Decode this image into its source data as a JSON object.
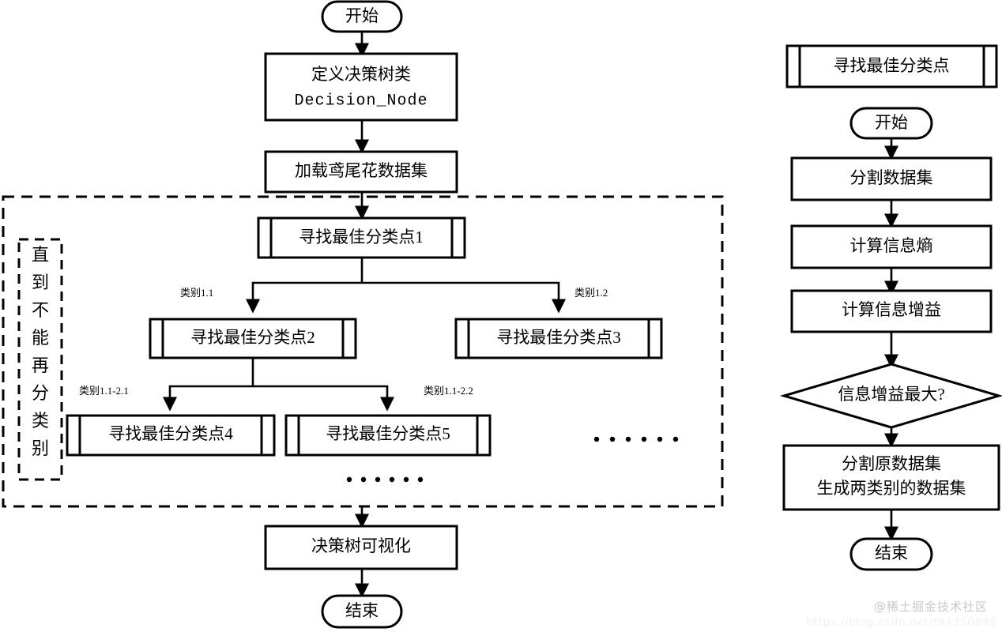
{
  "diagram": {
    "title": "decision-tree-algorithm-flowchart",
    "left_flow": {
      "start": "开始",
      "define_class_line1": "定义决策树类",
      "define_class_line2": "Decision_Node",
      "load_data": "加载鸢尾花数据集",
      "split_node_1": "寻找最佳分类点1",
      "split_node_2": "寻找最佳分类点2",
      "split_node_3": "寻找最佳分类点3",
      "split_node_4": "寻找最佳分类点4",
      "split_node_5": "寻找最佳分类点5",
      "visualize": "决策树可视化",
      "end": "结束",
      "loop_note": "直到不能再分类别",
      "loop_note_chars": [
        "直",
        "到",
        "不",
        "能",
        "再",
        "分",
        "类",
        "别"
      ],
      "edge_labels": {
        "branch_1_1": "类别1.1",
        "branch_1_2": "类别1.2",
        "branch_1_1_2_1": "类别1.1-2.1",
        "branch_1_1_2_2": "类别1.1-2.2"
      },
      "ellipsis_right": "· · · · · ·",
      "ellipsis_bottom": "· · · · · ·"
    },
    "right_flow": {
      "header": "寻找最佳分类点",
      "start": "开始",
      "split_dataset": "分割数据集",
      "calc_entropy": "计算信息熵",
      "calc_info_gain": "计算信息增益",
      "decision": "信息增益最大?",
      "split_original_line1": "分割原数据集",
      "split_original_line2": "生成两类别的数据集",
      "end": "结束"
    }
  },
  "watermark": {
    "brand": "@稀土掘金技术社区",
    "url": "https://blog.csdn.net/t94350898"
  },
  "colors": {
    "stroke": "#000000",
    "background": "#ffffff",
    "watermark": "#c9c9c9"
  }
}
